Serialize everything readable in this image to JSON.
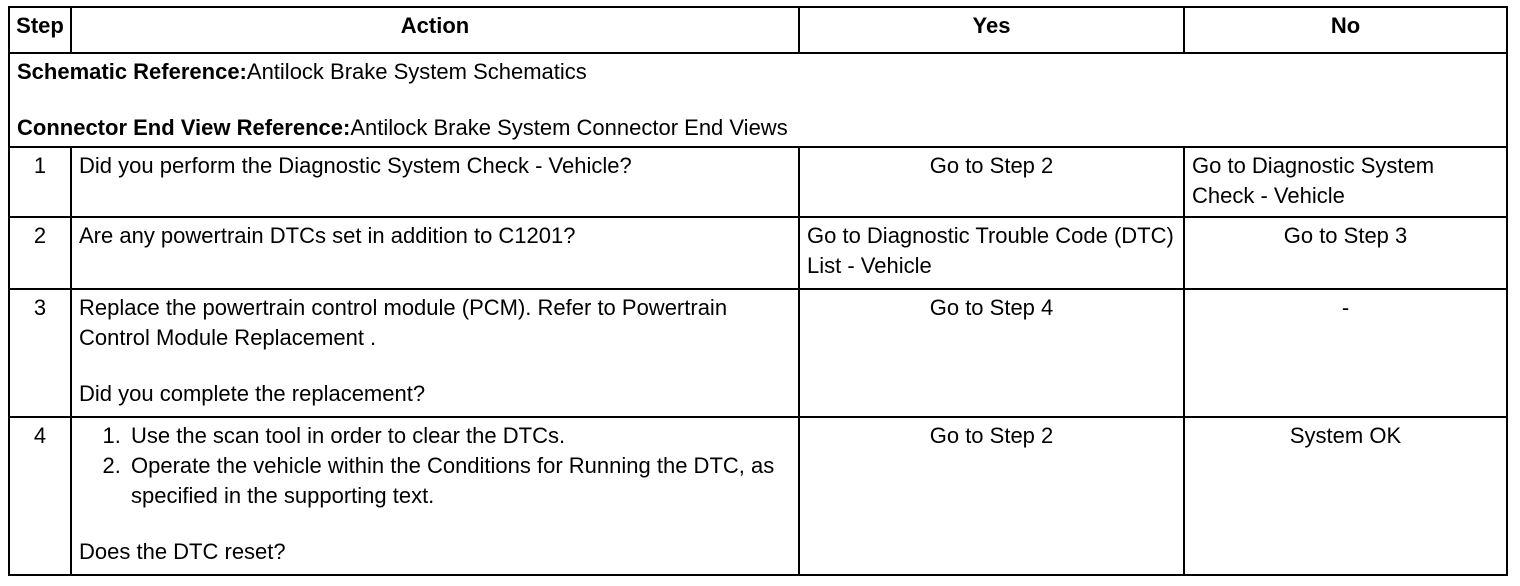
{
  "headers": {
    "step": "Step",
    "action": "Action",
    "yes": "Yes",
    "no": "No"
  },
  "references": {
    "schematic_label": "Schematic Reference:",
    "schematic_value": "Antilock Brake System Schematics",
    "connector_label": "Connector End View Reference:",
    "connector_value": "Antilock Brake System Connector End Views"
  },
  "rows": [
    {
      "step": "1",
      "action": "Did you perform the Diagnostic System Check - Vehicle?",
      "yes": "Go to Step 2",
      "no": "Go to Diagnostic System Check - Vehicle"
    },
    {
      "step": "2",
      "action": "Are any powertrain DTCs set in addition to C1201?",
      "yes": "Go to Diagnostic Trouble Code (DTC) List - Vehicle",
      "no": "Go to Step 3"
    },
    {
      "step": "3",
      "action_instruction": "Replace the powertrain control module (PCM). Refer to Powertrain Control Module Replacement .",
      "action_question": "Did you complete the replacement?",
      "yes": "Go to Step 4",
      "no": "-"
    },
    {
      "step": "4",
      "action_items": [
        "Use the scan tool in order to clear the DTCs.",
        "Operate the vehicle within the Conditions for Running the DTC, as specified in the supporting text."
      ],
      "action_question": "Does the DTC reset?",
      "yes": "Go to Step 2",
      "no": "System OK"
    }
  ]
}
